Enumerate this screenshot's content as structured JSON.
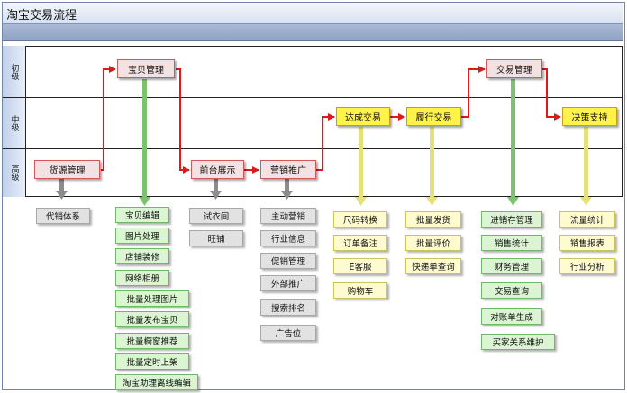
{
  "title": "淘宝交易流程",
  "lanes": [
    "初级",
    "中级",
    "高级"
  ],
  "nodes": {
    "baobei": "宝贝管理",
    "jiaoyi": "交易管理",
    "dacheng": "达成交易",
    "lvxing": "履行交易",
    "juece": "决策支持",
    "huoyuan": "货源管理",
    "qiantai": "前台展示",
    "yingxiao": "营销推广"
  },
  "lists": {
    "huoyuan": [
      "代销体系"
    ],
    "baobei": [
      "宝贝编辑",
      "图片处理",
      "店铺装修",
      "网络相册",
      "批量处理图片",
      "批量发布宝贝",
      "批量橱窗推荐",
      "批量定时上架",
      "淘宝助理离线编辑"
    ],
    "qiantai": [
      "试衣间",
      "旺铺"
    ],
    "yingxiao": [
      "主动营销",
      "行业信息",
      "促销管理",
      "外部推广",
      "搜索排名",
      "广告位"
    ],
    "dacheng": [
      "尺码转换",
      "订单备注",
      "E客服",
      "购物车"
    ],
    "lvxing": [
      "批量发货",
      "批量评价",
      "快递单查询"
    ],
    "jiaoyi": [
      "进销存管理",
      "销售统计",
      "财务管理",
      "交易查询",
      "对账单生成",
      "买家关系维护"
    ],
    "juece": [
      "流量统计",
      "销售报表",
      "行业分析"
    ]
  },
  "colors": {
    "flow_arrow": "#e01818",
    "gray_arrow": "#8c8c8c",
    "green_arrow": "#7ec26f",
    "yellow_arrow": "#e4e07a"
  }
}
